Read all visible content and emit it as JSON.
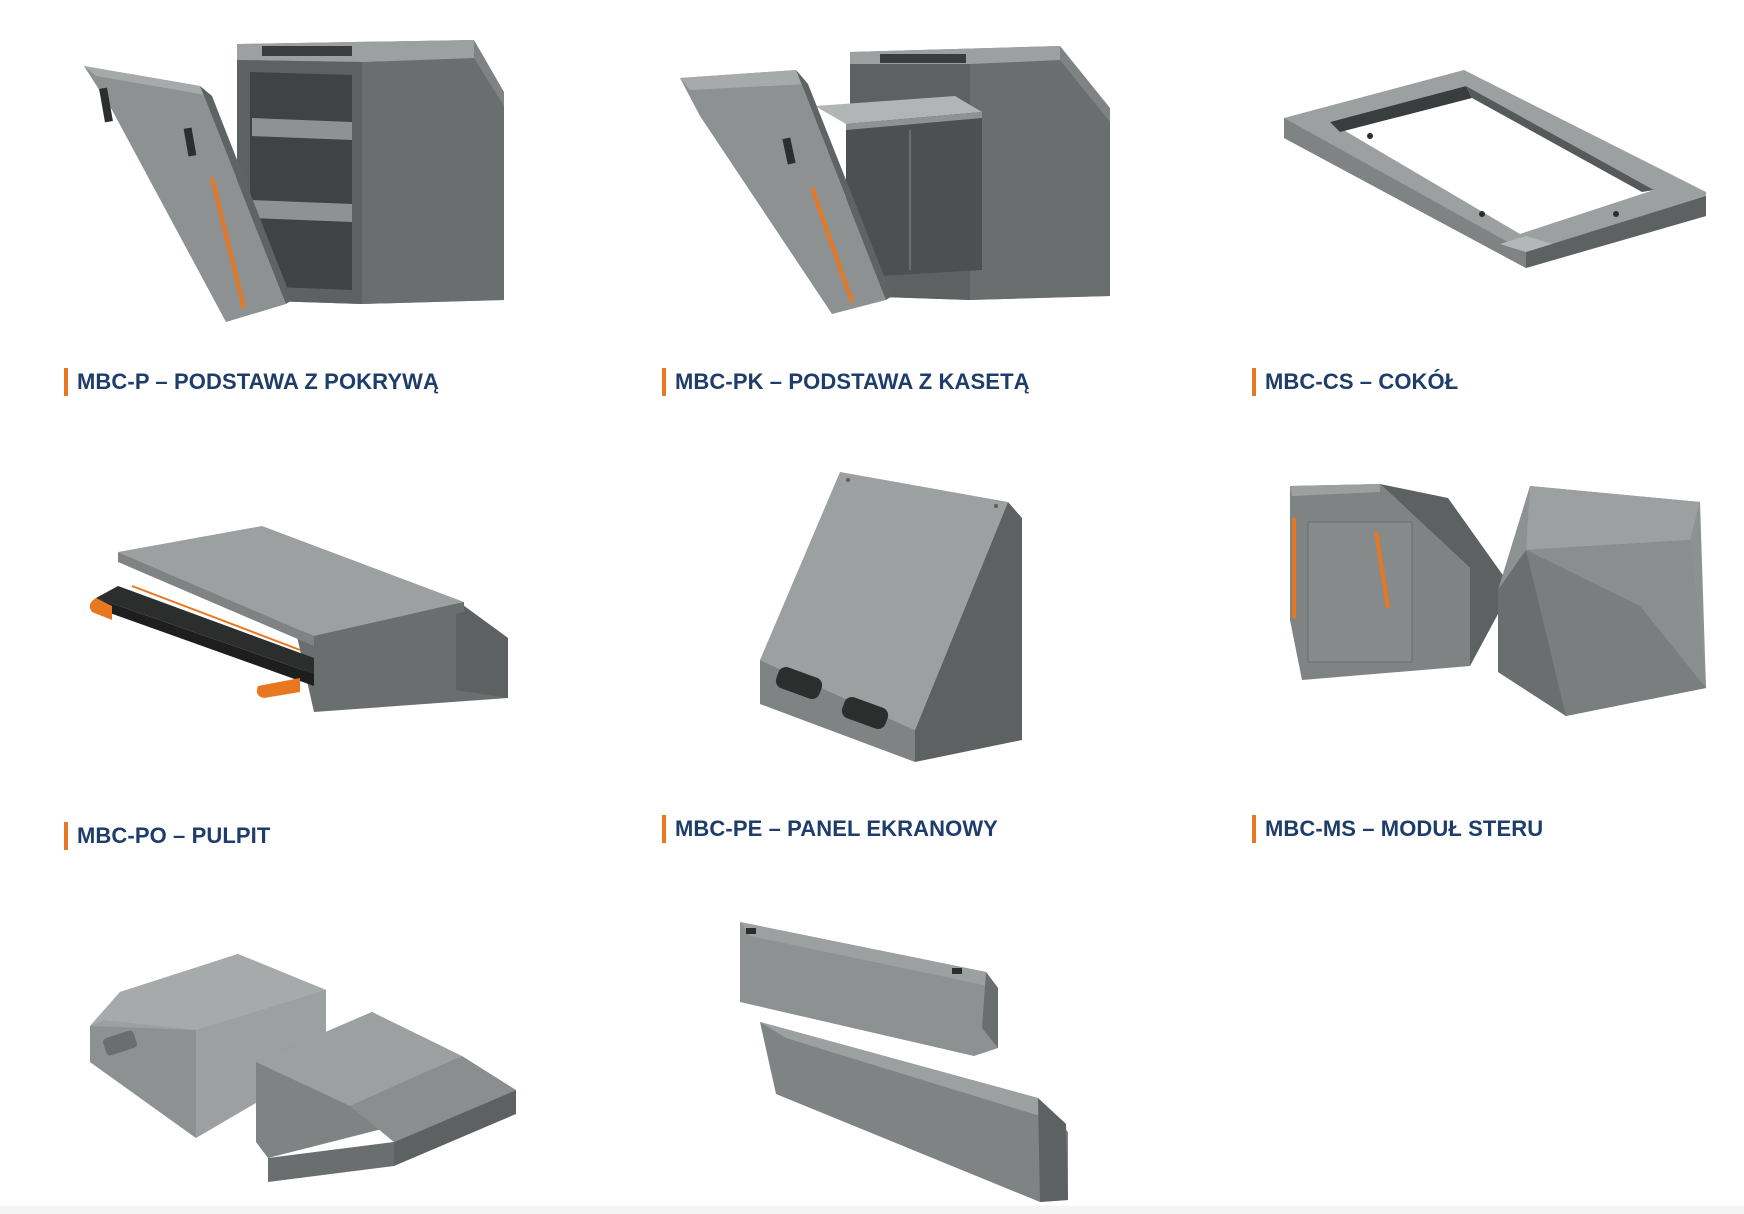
{
  "products": [
    {
      "id": "mbc-p",
      "caption": "MBC-P – PODSTAWA Z POKRYWĄ"
    },
    {
      "id": "mbc-pk",
      "caption": "MBC-PK – PODSTAWA Z KASETĄ"
    },
    {
      "id": "mbc-cs",
      "caption": "MBC-CS – COKÓŁ"
    },
    {
      "id": "mbc-po",
      "caption": "MBC-PO – PULPIT"
    },
    {
      "id": "mbc-pe",
      "caption": "MBC-PE – PANEL EKRANOWY"
    },
    {
      "id": "mbc-ms",
      "caption": "MBC-MS – MODUŁ STERU"
    },
    {
      "id": "mbc-d1",
      "caption": ""
    },
    {
      "id": "mbc-d2",
      "caption": ""
    }
  ],
  "colors": {
    "accent": "#e87722",
    "caption_text": "#1f3d6b",
    "steel_top": "#9da0a0",
    "steel_front": "#7f8383",
    "steel_side": "#5d6161",
    "steel_dark": "#3a3d3d"
  },
  "icons": {
    "product_visual": "grey-steel-cabinet-render"
  }
}
